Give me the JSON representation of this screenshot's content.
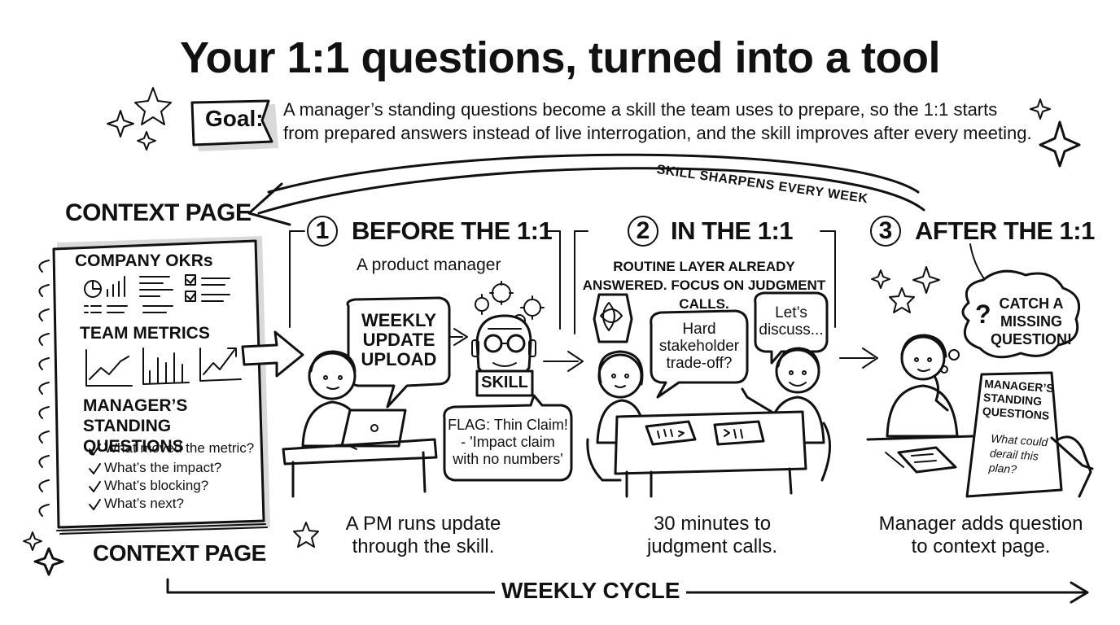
{
  "title": "Your 1:1 questions, turned into a tool",
  "goal": {
    "label": "Goal:",
    "text": "A manager’s standing questions become a skill the team uses to prepare, so the 1:1 starts from prepared answers instead of live interrogation, and the skill improves after every meeting."
  },
  "loop_label": "SKILL SHARPENS EVERY WEEK",
  "context_page": {
    "top_label": "CONTEXT PAGE",
    "bottom_label": "CONTEXT PAGE",
    "section_okrs": "COMPANY OKRs",
    "section_metrics": "TEAM METRICS",
    "section_questions": "MANAGER’S STANDING QUESTIONS",
    "questions": [
      "What moved the metric?",
      "What’s the impact?",
      "What’s blocking?",
      "What’s next?"
    ]
  },
  "steps": [
    {
      "num": "1",
      "title": "BEFORE THE 1:1",
      "subtitle": "A product manager",
      "bubble": "WEEKLY UPDATE UPLOAD",
      "skill_label": "SKILL",
      "flag": "FLAG: Thin Claim! - 'Impact claim with no numbers'",
      "caption": "A PM runs update through the skill."
    },
    {
      "num": "2",
      "title": "IN THE 1:1",
      "subtitle": "ROUTINE LAYER ALREADY ANSWERED. FOCUS ON JUDGMENT CALLS.",
      "bubble_left": "Hard stakeholder trade-off?",
      "bubble_right": "Let’s discuss...",
      "caption": "30 minutes to judgment calls."
    },
    {
      "num": "3",
      "title": "AFTER THE 1:1",
      "thought": "CATCH A MISSING QUESTION!",
      "thought_mark": "?",
      "paper_title": "MANAGER’S STANDING QUESTIONS",
      "paper_question": "What could derail this plan?",
      "caption": "Manager adds question to context page."
    }
  ],
  "cycle_label": "WEEKLY CYCLE"
}
